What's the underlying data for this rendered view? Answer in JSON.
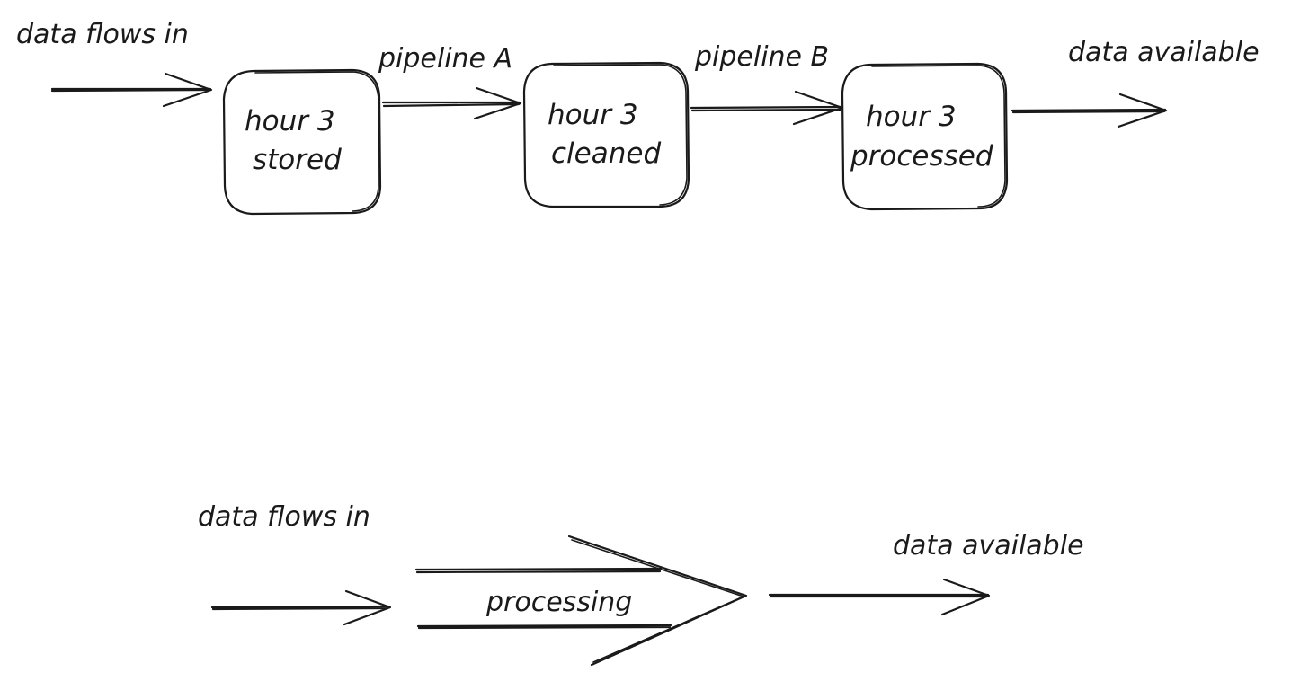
{
  "top_flow": {
    "input_label": "data flows in",
    "stages": [
      {
        "line1": "hour 3",
        "line2": "stored"
      },
      {
        "line1": "hour 3",
        "line2": "cleaned"
      },
      {
        "line1": "hour 3",
        "line2": "processed"
      }
    ],
    "pipelines": [
      "pipeline A",
      "pipeline B"
    ],
    "output_label": "data available"
  },
  "bottom_flow": {
    "input_label": "data flows in",
    "process_label": "processing",
    "output_label": "data available"
  }
}
